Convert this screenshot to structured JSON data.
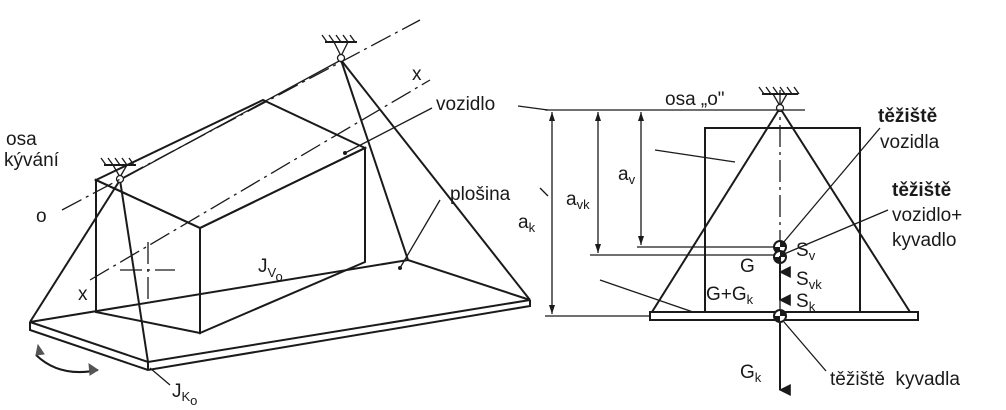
{
  "left_diagram": {
    "osa_kyvani_line1": "osa",
    "osa_kyvani_line2": "kývání",
    "axis_o": "o",
    "axis_x_top": "x",
    "axis_x_left": "x",
    "vozidlo": "vozidlo",
    "plosina": "plošina",
    "inertia_vehicle_main": "J",
    "inertia_vehicle_sub1": "V",
    "inertia_vehicle_sub2": "o",
    "inertia_platform_main": "J",
    "inertia_platform_sub1": "K",
    "inertia_platform_sub2": "o"
  },
  "right_diagram": {
    "osa_o": "osa „o\"",
    "a_v_main": "a",
    "a_v_sub": "v",
    "a_vk_main": "a",
    "a_vk_sub": "vk",
    "a_k_main": "a",
    "a_k_sub": "k",
    "G": "G",
    "G_Gk_main": "G+G",
    "G_Gk_sub": "k",
    "Gk_main": "G",
    "Gk_sub": "k",
    "Sv_main": "S",
    "Sv_sub": "v",
    "Svk_main": "S",
    "Svk_sub": "vk",
    "Sk_main": "S",
    "Sk_sub": "k",
    "teziste_vozidla_1": "těžiště",
    "teziste_vozidla_2": "vozidla",
    "teziste_vk_1": "těžiště",
    "teziste_vk_2": "vozidlo+",
    "teziste_vk_3": "kyvadlo",
    "teziste_kyvadla": "těžiště  kyvadla"
  }
}
